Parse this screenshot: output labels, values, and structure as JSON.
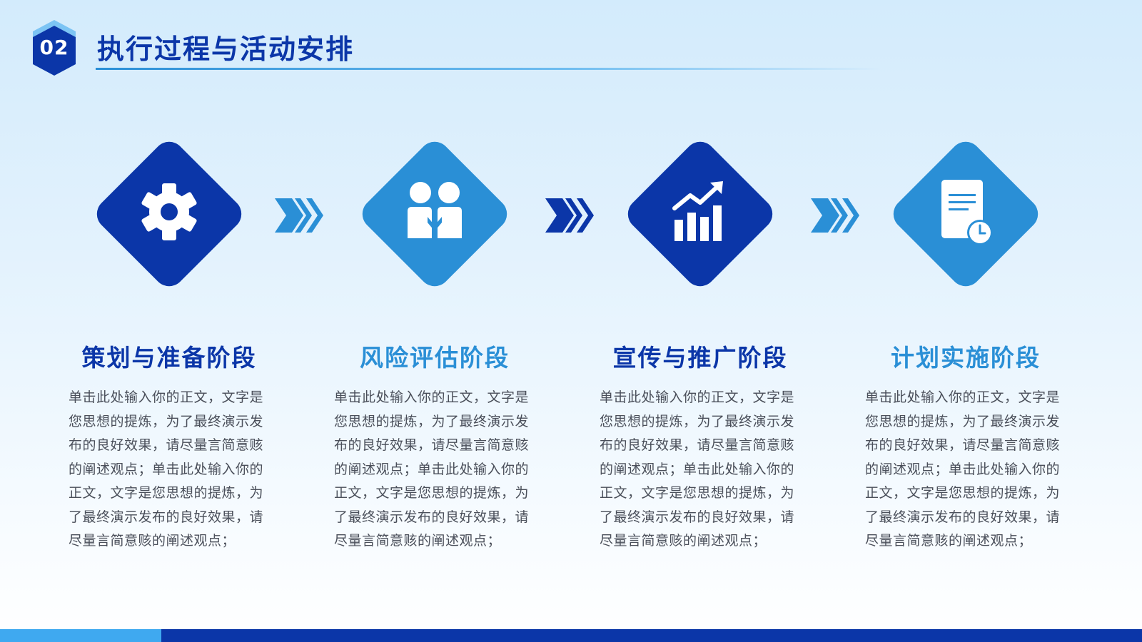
{
  "header": {
    "number": "02",
    "title": "执行过程与活动安排"
  },
  "colors": {
    "dark_blue": "#0b36a8",
    "light_blue": "#2a8fd6"
  },
  "steps": [
    {
      "title": "策划与准备阶段",
      "icon": "gear-icon",
      "description": "单击此处输入你的正文，文字是您思想的提炼，为了最终演示发布的良好效果，请尽量言简意赅的阐述观点；单击此处输入你的正文，文字是您思想的提炼，为了最终演示发布的良好效果，请尽量言简意赅的阐述观点；"
    },
    {
      "title": "风险评估阶段",
      "icon": "handshake-people-icon",
      "description": "单击此处输入你的正文，文字是您思想的提炼，为了最终演示发布的良好效果，请尽量言简意赅的阐述观点；单击此处输入你的正文，文字是您思想的提炼，为了最终演示发布的良好效果，请尽量言简意赅的阐述观点；"
    },
    {
      "title": "宣传与推广阶段",
      "icon": "growth-chart-icon",
      "description": "单击此处输入你的正文，文字是您思想的提炼，为了最终演示发布的良好效果，请尽量言简意赅的阐述观点；单击此处输入你的正文，文字是您思想的提炼，为了最终演示发布的良好效果，请尽量言简意赅的阐述观点；"
    },
    {
      "title": "计划实施阶段",
      "icon": "document-clock-icon",
      "description": "单击此处输入你的正文，文字是您思想的提炼，为了最终演示发布的良好效果，请尽量言简意赅的阐述观点；单击此处输入你的正文，文字是您思想的提炼，为了最终演示发布的良好效果，请尽量言简意赅的阐述观点；"
    }
  ]
}
